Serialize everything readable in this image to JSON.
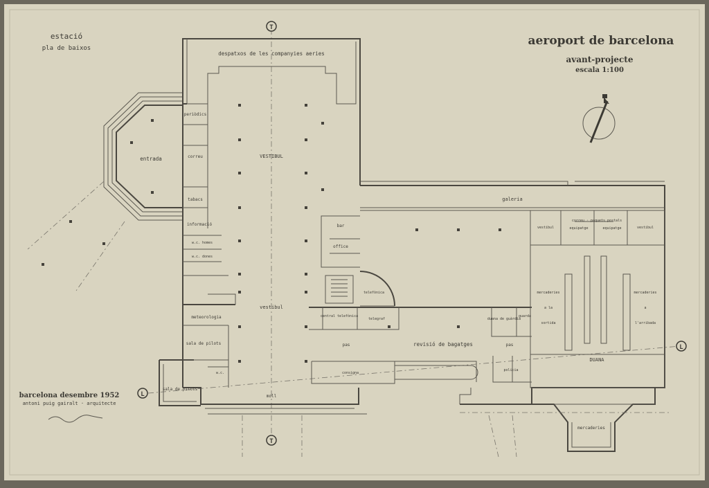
{
  "title": {
    "line1": "aeroport de barcelona",
    "line2": "avant-projecte",
    "line3": "escala 1:100"
  },
  "subtitle": {
    "line1": "estació",
    "line2": "pla de baixos"
  },
  "footer": {
    "date": "barcelona desembre 1952",
    "author": "antoni puig gairalt · arquitecte"
  },
  "axis_markers": {
    "t": "T",
    "l": "L"
  },
  "rooms": {
    "despatxos": "despatxos de les companyies aeries",
    "entrada": "entrada",
    "vestibul_upper": "VESTIBUL",
    "vestibul_lower": "vestibul",
    "periodics": "periòdics",
    "correu": "correu",
    "tabacs": "tabacs",
    "informacio": "informació",
    "wc_homes": "w.c. homes",
    "wc_dones": "w.c. dones",
    "bar": "bar",
    "office": "office",
    "meteorologia": "meteorologia",
    "sala_pilots_1": "sala de pilots",
    "sala_pilots_2": "sala de pilots",
    "telefonica": "telefònica",
    "central_telefonica": "central telefònica",
    "telegraf": "telegraf",
    "galeria": "galeria",
    "revisio": "revisió de bagatges",
    "pas_left": "pas",
    "pas_right": "pas",
    "duana": "DUANA",
    "correu_paquets": "correu · paquets postals",
    "equipatge_1": "equipatge",
    "equipatge_2": "equipatge",
    "vestibul_r1": "vestibul",
    "vestibul_r2": "vestibul",
    "mercaderies_1": "mercaderies",
    "mercaderies_1b": "a la",
    "mercaderies_1c": "sortida",
    "mercaderies_2": "mercaderies",
    "mercaderies_2b": "a",
    "mercaderies_2c": "l'arribada",
    "guardia": "guarda",
    "duana_office": "duana de guàrdia",
    "consigna": "consigna",
    "moll": "moll",
    "mercaderies_bottom": "mercaderies",
    "policia": "policia",
    "wc_r": "w.c."
  },
  "colors": {
    "paper": "#d9d4c0",
    "ink": "#3c3a34",
    "frame": "#6b675c"
  },
  "icons": [
    "north-arrow-icon"
  ]
}
